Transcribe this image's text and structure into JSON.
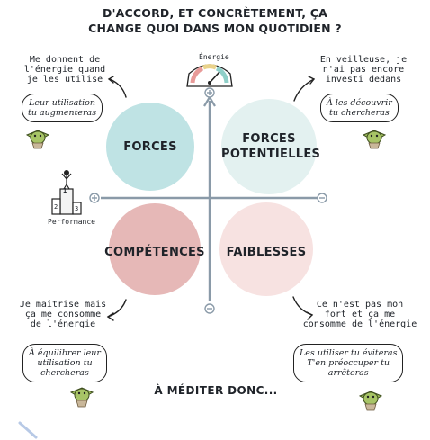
{
  "title": {
    "line1": "D'ACCORD, ET CONCRÈTEMENT, ÇA",
    "line2": "CHANGE QUOI DANS MON QUOTIDIEN ?"
  },
  "axes": {
    "vertical_label": "Énergie",
    "horizontal_label": "Performance",
    "plus_symbol": "⊕",
    "minus_symbol": "⊖"
  },
  "quadrants": {
    "top_left": {
      "label": "FORCES",
      "color": "#bfe3e4"
    },
    "top_right": {
      "line1": "FORCES",
      "line2": "POTENTIELLES",
      "color": "#e3f1f0"
    },
    "bottom_left": {
      "label": "COMPÉTENCES",
      "color": "#e6b8b7"
    },
    "bottom_right": {
      "label": "FAIBLESSES",
      "color": "#f7e2e1"
    }
  },
  "notes": {
    "top_left": {
      "lines": [
        "Me donnent de",
        "l'énergie quand",
        "je les utilise"
      ],
      "bubble": [
        "Leur utilisation",
        "tu augmenteras"
      ]
    },
    "top_right": {
      "lines": [
        "En veilleuse, je",
        "n'ai pas encore",
        "investi dedans"
      ],
      "bubble": [
        "À les découvrir",
        "tu chercheras"
      ]
    },
    "bottom_left": {
      "lines": [
        "Je maîtrise mais",
        "ça me consomme",
        "de l'énergie"
      ],
      "bubble": [
        "À équilibrer leur",
        "utilisation tu",
        "chercheras"
      ]
    },
    "bottom_right": {
      "lines": [
        "Ce n'est pas mon",
        "fort et ça me",
        "consomme de l'énergie"
      ],
      "bubble": [
        "Les utiliser tu éviteras",
        "T'en préoccuper tu",
        "arrêteras"
      ]
    }
  },
  "podium": {
    "first": "1",
    "second": "2",
    "third": "3"
  },
  "footer": "À MÉDITER DONC..."
}
